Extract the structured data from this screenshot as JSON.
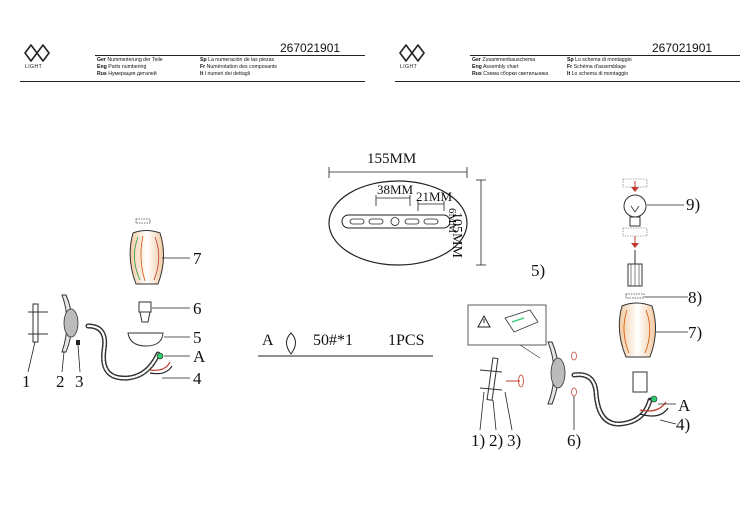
{
  "left_header": {
    "brand": "LIGHT",
    "code": "267021901",
    "lines": [
      [
        "Ger",
        "Nummerierung der Teile",
        "Sp",
        "La numeración de las piezas"
      ],
      [
        "Eng",
        "Parts numbering",
        "Fr",
        "Numérotation des composants"
      ],
      [
        "Rus",
        "Нумерация деталей",
        "It",
        "I numeri dei dettagli"
      ]
    ]
  },
  "right_header": {
    "brand": "LIGHT",
    "code": "267021901",
    "lines": [
      [
        "Ger",
        "Zusammenbauschema",
        "Sp",
        "Lo schema di montaggio"
      ],
      [
        "Eng",
        "Assembly chart",
        "Fr",
        "Schéma d'assemblage"
      ],
      [
        "Rus",
        "Схема сборки светильника",
        "It",
        "Lo schema di montaggio"
      ]
    ]
  },
  "plate": {
    "width": "155MM",
    "height": "105MM",
    "hole_span": "38MM",
    "slot_pitch": "21MM",
    "slot_width": "6MM"
  },
  "spec": {
    "label": "A",
    "code": "50#*1",
    "qty": "1PCS"
  },
  "left_parts": {
    "p1": "1",
    "p2": "2",
    "p3": "3",
    "p4": "4",
    "p5": "5",
    "p6": "6",
    "p7": "7",
    "pA": "A"
  },
  "step5": "5)",
  "right_parts": {
    "p1": "1)",
    "p2": "2)",
    "p3": "3)",
    "p4": "4)",
    "p6": "6)",
    "p7": "7)",
    "p8": "8)",
    "p9": "9)",
    "pA": "A"
  }
}
